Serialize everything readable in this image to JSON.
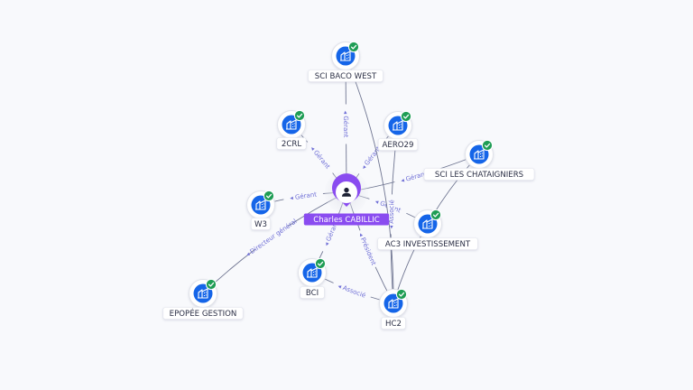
{
  "center": {
    "name": "Charles CABILLIC",
    "icon": "person-icon"
  },
  "colors": {
    "edge": "#6f7591",
    "edge_label": "#6f6fd6",
    "person_accent": "#8a4cf0",
    "company_icon": "#1565e8",
    "status_badge": "#1f9d55"
  },
  "companies": [
    {
      "id": "sci-baco-west",
      "name": "SCI BACO WEST",
      "icon": "building-icon",
      "badge": "check-icon"
    },
    {
      "id": "2crl",
      "name": "2CRL",
      "icon": "building-icon",
      "badge": "check-icon"
    },
    {
      "id": "aero29",
      "name": "AERO29",
      "icon": "building-icon",
      "badge": "check-icon"
    },
    {
      "id": "sci-les-chataigniers",
      "name": "SCI LES CHATAIGNIERS",
      "icon": "building-icon",
      "badge": "check-icon"
    },
    {
      "id": "w3",
      "name": "W3",
      "icon": "building-icon",
      "badge": "check-icon"
    },
    {
      "id": "ac3-investissement",
      "name": "AC3 INVESTISSEMENT",
      "icon": "building-icon",
      "badge": "check-icon"
    },
    {
      "id": "epopee-gestion",
      "name": "EPOPÉE GESTION",
      "icon": "building-icon",
      "badge": "check-icon"
    },
    {
      "id": "bci",
      "name": "BCI",
      "icon": "building-icon",
      "badge": "check-icon"
    },
    {
      "id": "hc2",
      "name": "HC2",
      "icon": "building-icon",
      "badge": "check-icon"
    }
  ],
  "relations": [
    {
      "from": "center",
      "to": "sci-baco-west",
      "label": "Gérant"
    },
    {
      "from": "center",
      "to": "2crl",
      "label": "Gérant"
    },
    {
      "from": "center",
      "to": "aero29",
      "label": "Gérant"
    },
    {
      "from": "center",
      "to": "sci-les-chataigniers",
      "label": "Gérant"
    },
    {
      "from": "center",
      "to": "w3",
      "label": "Gérant"
    },
    {
      "from": "center",
      "to": "ac3-investissement",
      "label": "Gérant"
    },
    {
      "from": "center",
      "to": "epopee-gestion",
      "label": "Directeur général"
    },
    {
      "from": "center",
      "to": "bci",
      "label": "Gérant"
    },
    {
      "from": "center",
      "to": "hc2",
      "label": "Président"
    },
    {
      "from": "aero29",
      "to": "hc2",
      "label": "Associé"
    },
    {
      "from": "hc2",
      "to": "bci",
      "label": "Associé"
    },
    {
      "from": "sci-baco-west",
      "to": "hc2",
      "label": ""
    },
    {
      "from": "sci-les-chataigniers",
      "to": "hc2",
      "label": ""
    }
  ]
}
